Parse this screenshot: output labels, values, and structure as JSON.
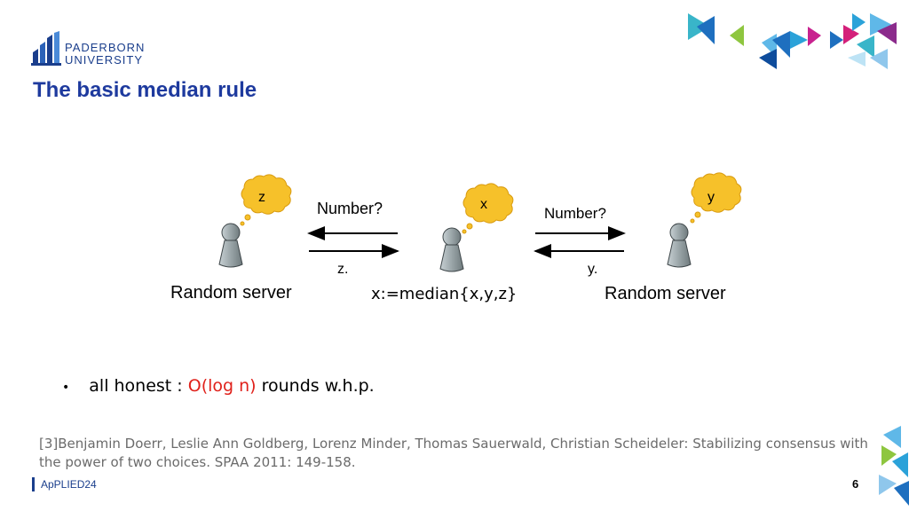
{
  "header": {
    "logo_line1": "PADERBORN",
    "logo_line2": "UNIVERSITY",
    "title": "The basic median rule"
  },
  "diagram": {
    "left_thought": "z",
    "center_thought": "x",
    "right_thought": "y",
    "left_question": "Number?",
    "right_question": "Number?",
    "left_answer": "z.",
    "right_answer": "y.",
    "left_caption": "Random server",
    "center_caption": "x:=median{x,y,z}",
    "right_caption": "Random server"
  },
  "bullets": [
    {
      "prefix": "all honest : ",
      "highlight": "O(log n)",
      "suffix": " rounds w.h.p."
    }
  ],
  "reference": "[3]Benjamin Doerr, Leslie Ann Goldberg, Lorenz Minder, Thomas Sauerwald, Christian Scheideler: Stabilizing consensus with the power of two choices. SPAA 2011: 149-158.",
  "footer": {
    "label": "ApPLIED24",
    "page": "6"
  },
  "colors": {
    "brand_blue": "#1e3a9e",
    "highlight_red": "#e0211b",
    "thought_yellow": "#f6c12a",
    "pawn_gray": "#9aa5a8"
  }
}
